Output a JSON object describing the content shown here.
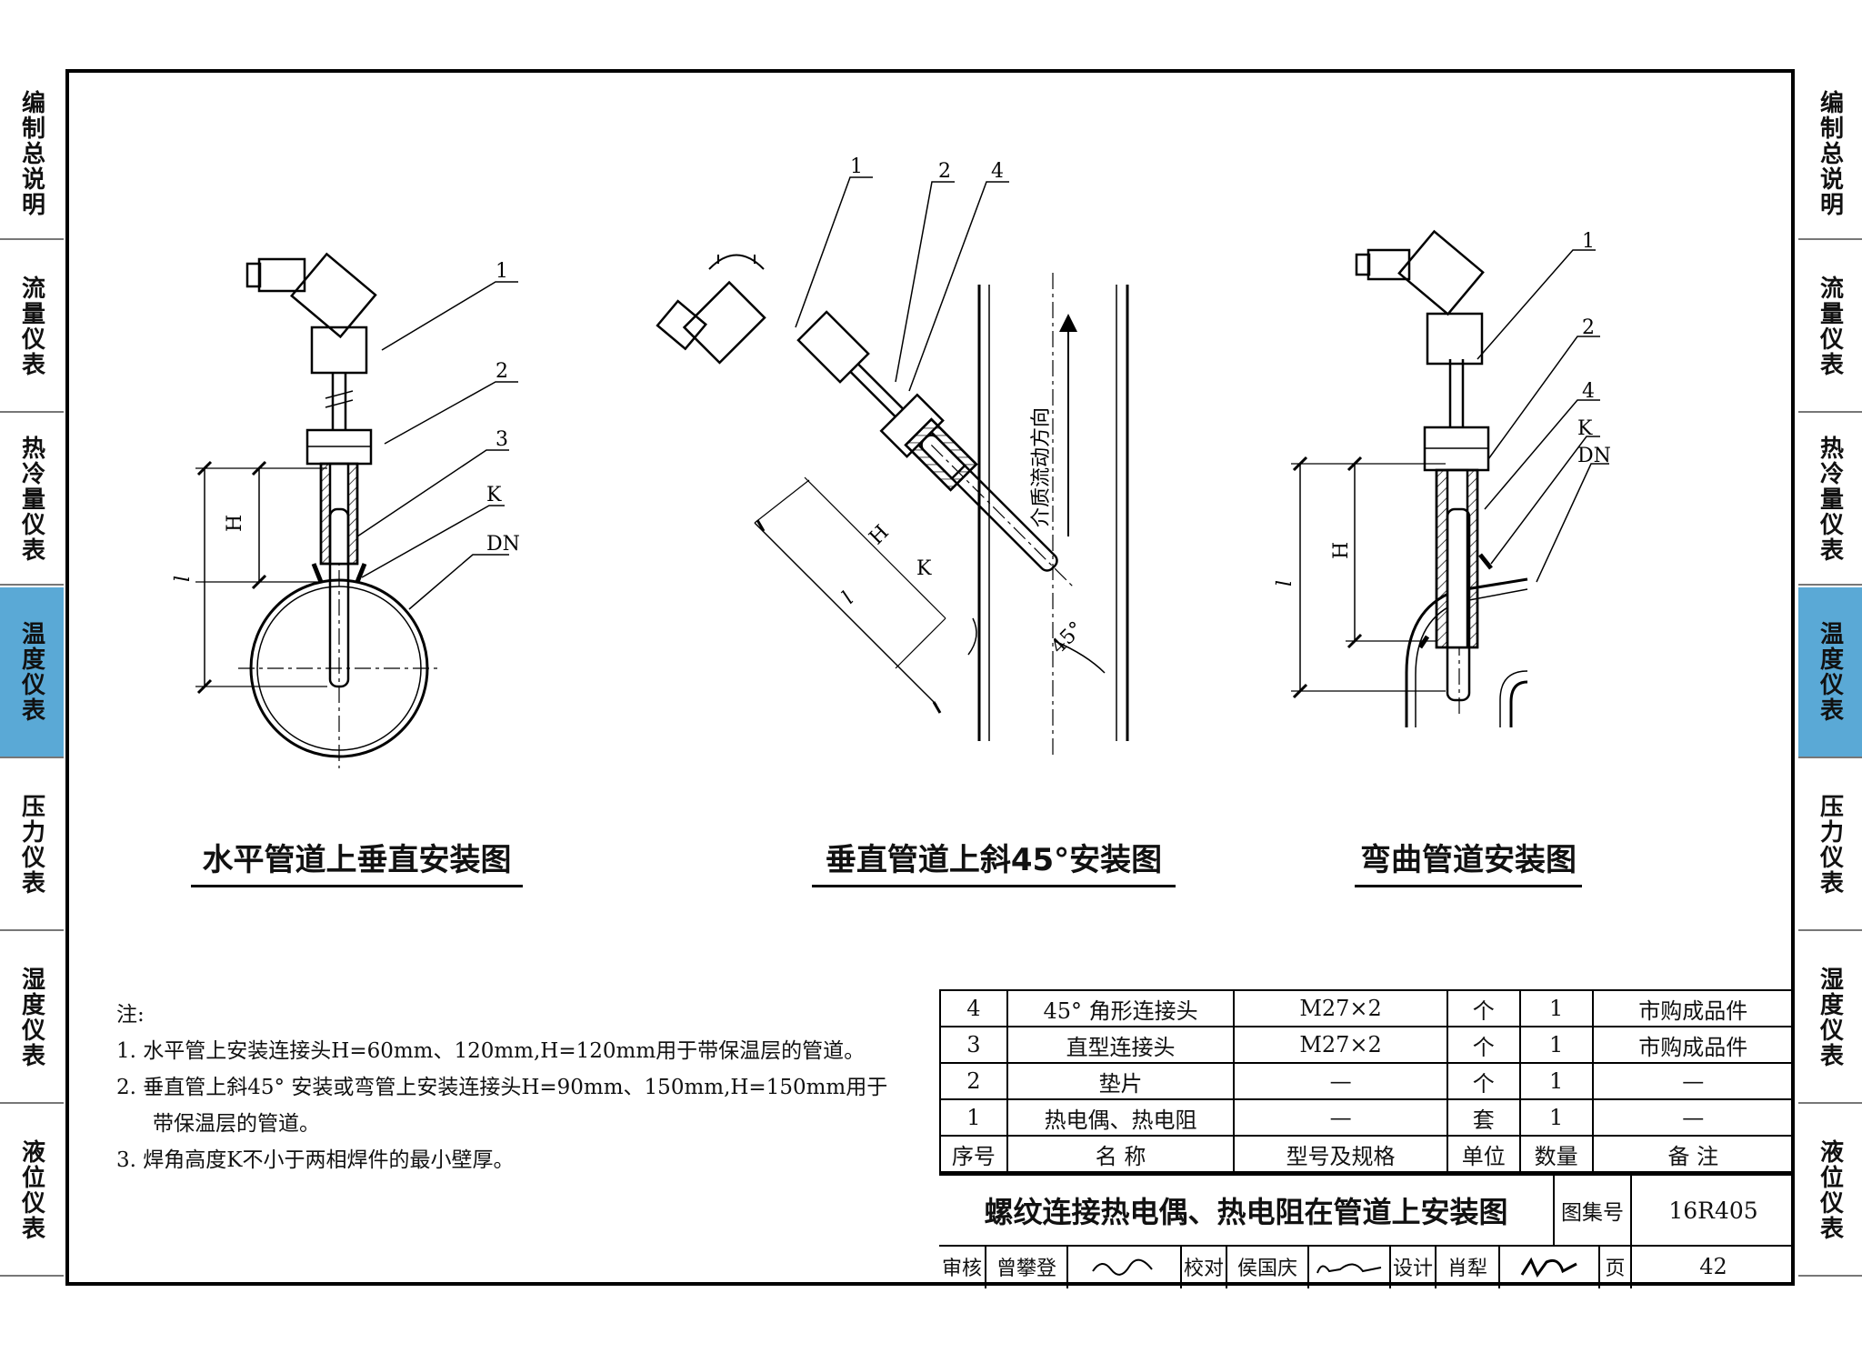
{
  "side_tabs": [
    {
      "label": "编制总说明",
      "active": false
    },
    {
      "label": "流量仪表",
      "active": false
    },
    {
      "label": "热冷量仪表",
      "active": false
    },
    {
      "label": "温度仪表",
      "active": true
    },
    {
      "label": "压力仪表",
      "active": false
    },
    {
      "label": "湿度仪表",
      "active": false
    },
    {
      "label": "液位仪表",
      "active": false
    }
  ],
  "accent_color": "#5aa9d6",
  "drawings": {
    "d1": {
      "title": "水平管道上垂直安装图",
      "labels": {
        "n1": "1",
        "n2": "2",
        "n3": "3",
        "k": "K",
        "dn": "DN",
        "h": "H",
        "l": "l"
      }
    },
    "d2": {
      "title": "垂直管道上斜45°安装图",
      "labels": {
        "n1": "1",
        "n2": "2",
        "n4": "4",
        "k": "K",
        "h": "H",
        "l": "l",
        "angle": "45°",
        "flow": "介质流动方向"
      }
    },
    "d3": {
      "title": "弯曲管道安装图",
      "labels": {
        "n1": "1",
        "n2": "2",
        "n4": "4",
        "k": "K",
        "dn": "DN",
        "h": "H",
        "l": "l"
      }
    }
  },
  "notes": {
    "heading": "注:",
    "items": [
      "1. 水平管上安装连接头H=60mm、120mm,H=120mm用于带保温层的管道。",
      "2. 垂直管上斜45° 安装或弯管上安装连接头H=90mm、150mm,H=150mm用于",
      "   带保温层的管道。",
      "3. 焊角高度K不小于两相焊件的最小壁厚。"
    ]
  },
  "parts_table": {
    "rows": [
      [
        "4",
        "45° 角形连接头",
        "M27×2",
        "个",
        "1",
        "市购成品件"
      ],
      [
        "3",
        "直型连接头",
        "M27×2",
        "个",
        "1",
        "市购成品件"
      ],
      [
        "2",
        "垫片",
        "—",
        "个",
        "1",
        "—"
      ],
      [
        "1",
        "热电偶、热电阻",
        "—",
        "套",
        "1",
        "—"
      ]
    ],
    "header": [
      "序号",
      "名 称",
      "型号及规格",
      "单位",
      "数量",
      "备 注"
    ]
  },
  "title_block": {
    "drawing_title": "螺纹连接热电偶、热电阻在管道上安装图",
    "atlas_label": "图集号",
    "atlas_no": "16R405",
    "review_label": "审核",
    "reviewer": "曾攀登",
    "check_label": "校对",
    "checker": "侯国庆",
    "design_label": "设计",
    "designer": "肖犁",
    "page_label": "页",
    "page_no": "42"
  }
}
